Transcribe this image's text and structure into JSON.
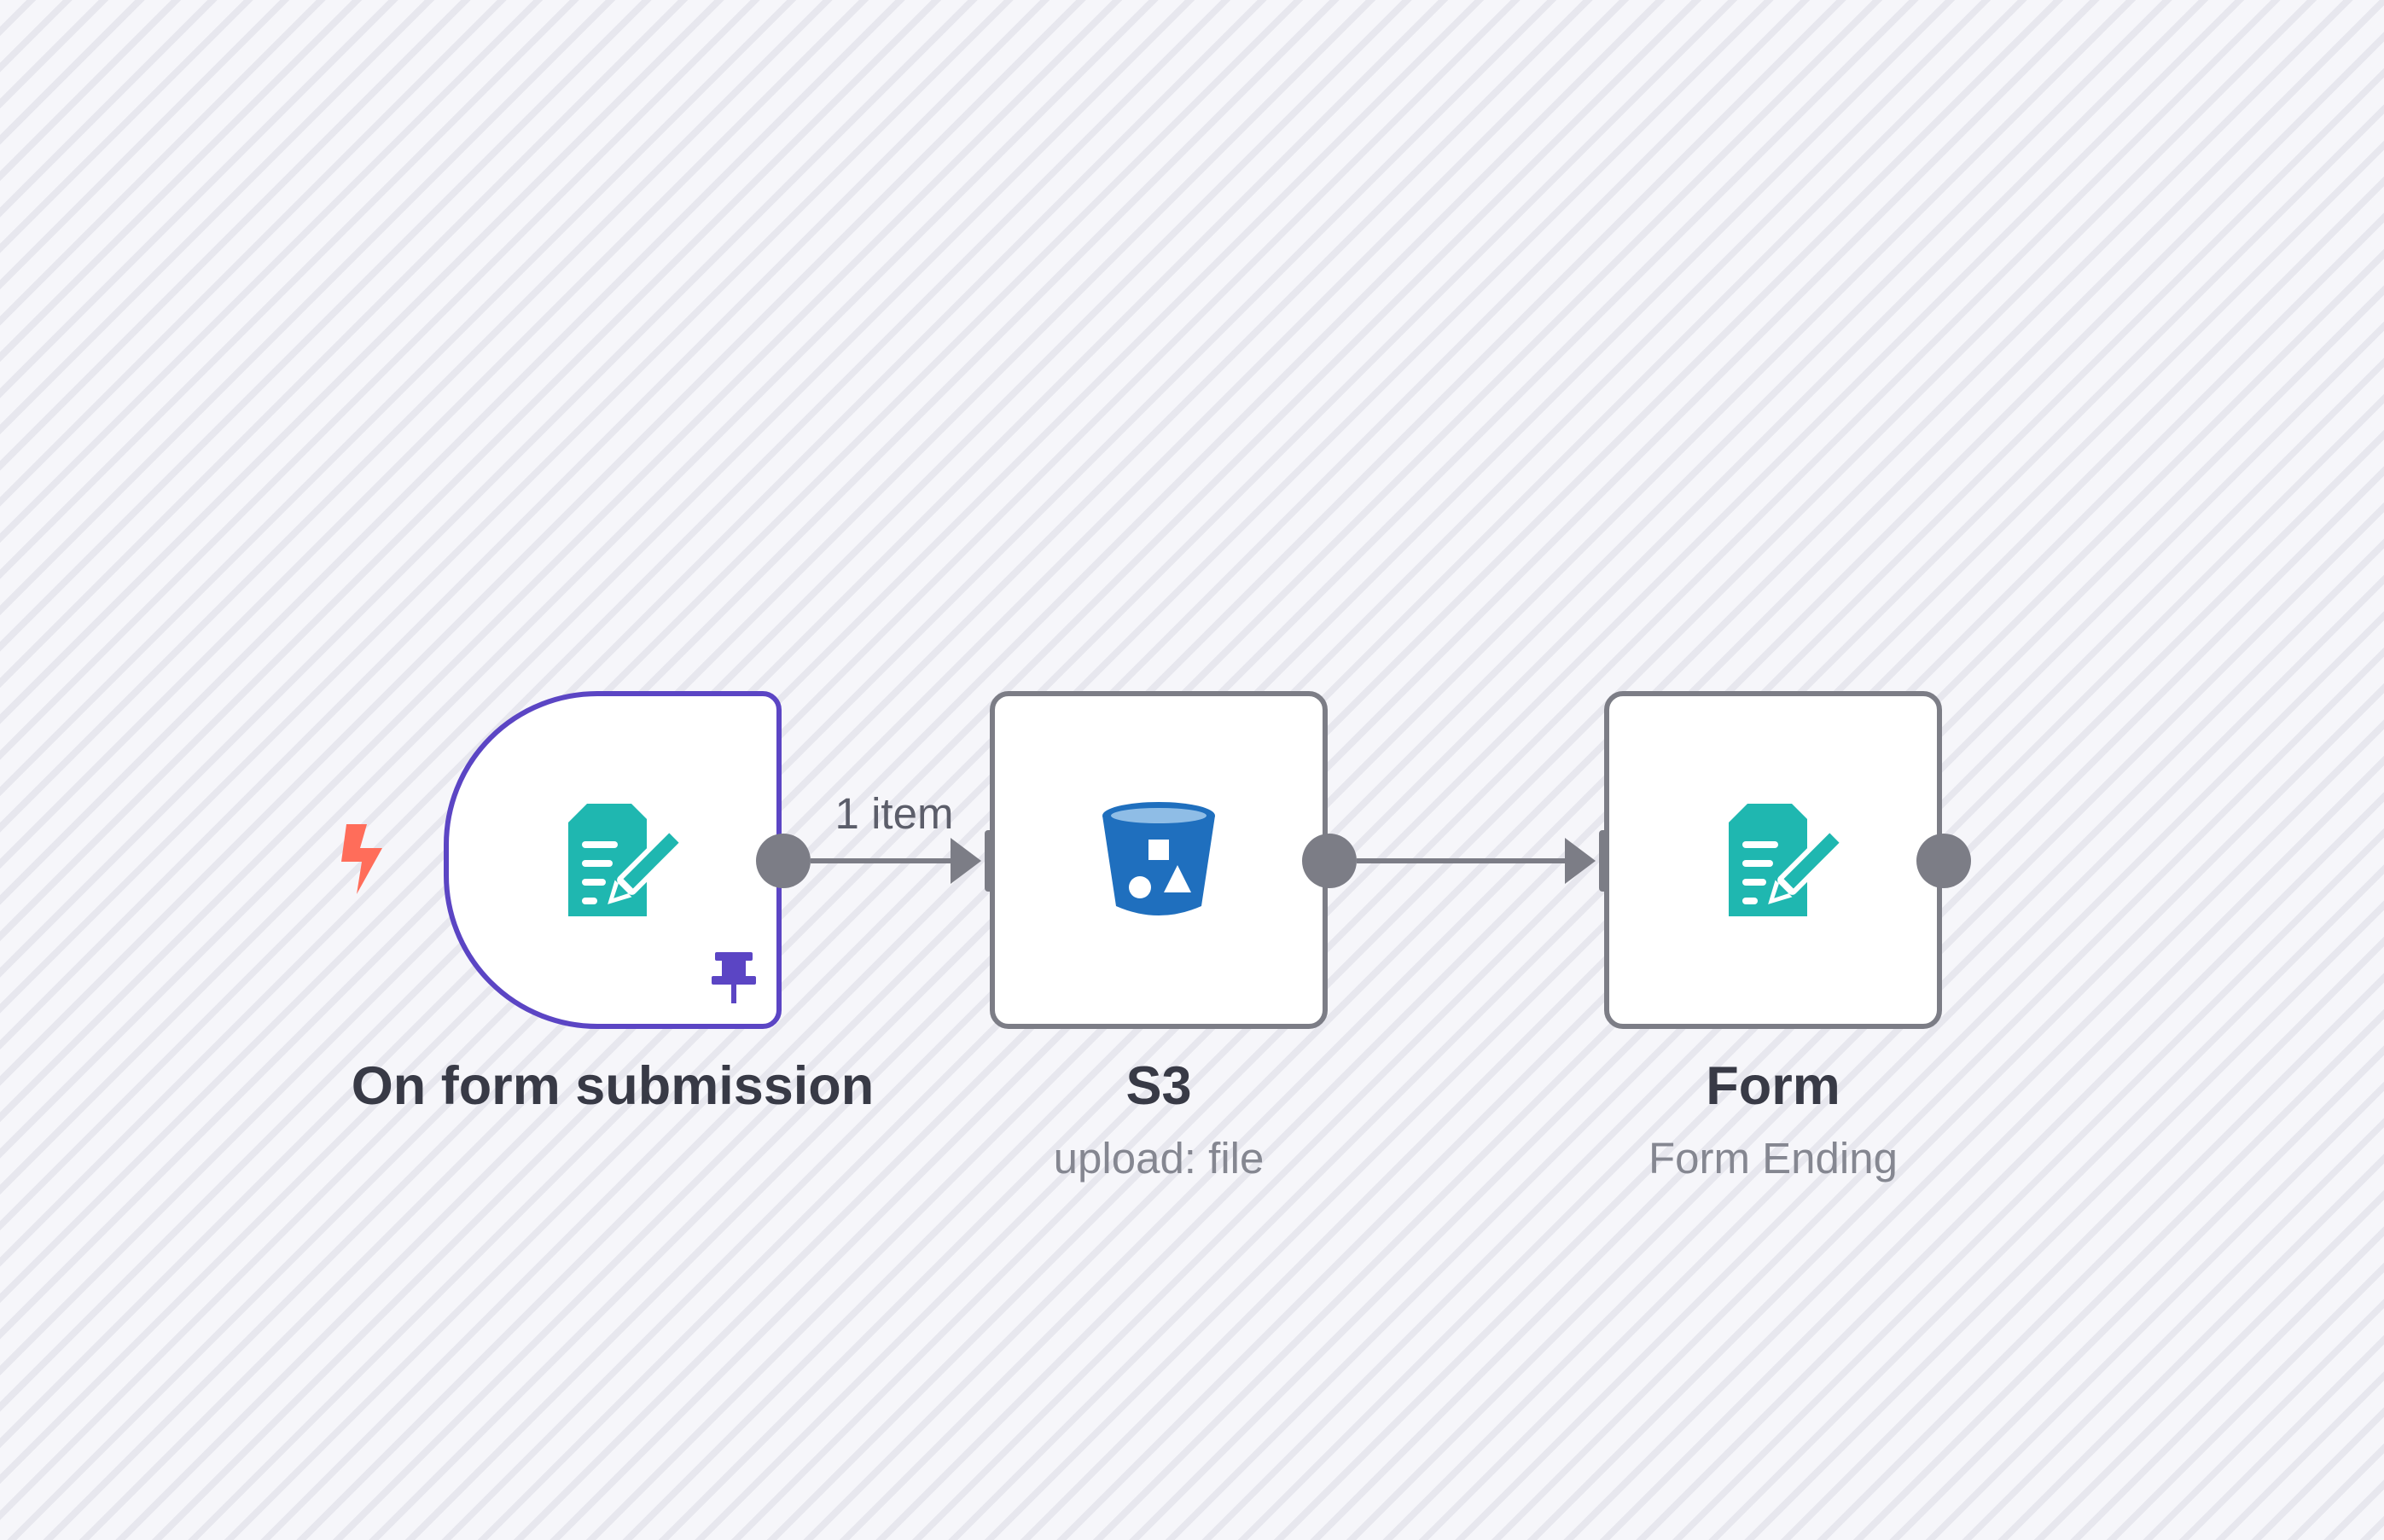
{
  "canvas": {
    "background": "#f6f6fa",
    "stripe_color": "#e7e7ee"
  },
  "colors": {
    "trigger_border": "#5b45c4",
    "node_border": "#7c7d86",
    "form_icon": "#1fb7b0",
    "s3_icon": "#1f6fbe",
    "trigger_bolt": "#ff6d5a",
    "pin": "#5b45c4"
  },
  "nodes": [
    {
      "name": "On form submission",
      "subtitle": "",
      "icon": "form-icon",
      "is_trigger": true,
      "pinned": true
    },
    {
      "name": "S3",
      "subtitle": "upload: file",
      "icon": "s3-bucket-icon",
      "is_trigger": false,
      "pinned": false
    },
    {
      "name": "Form",
      "subtitle": "Form Ending",
      "icon": "form-icon",
      "is_trigger": false,
      "pinned": false
    }
  ],
  "connections": [
    {
      "from": "On form submission",
      "to": "S3",
      "label": "1 item"
    },
    {
      "from": "S3",
      "to": "Form",
      "label": ""
    }
  ]
}
